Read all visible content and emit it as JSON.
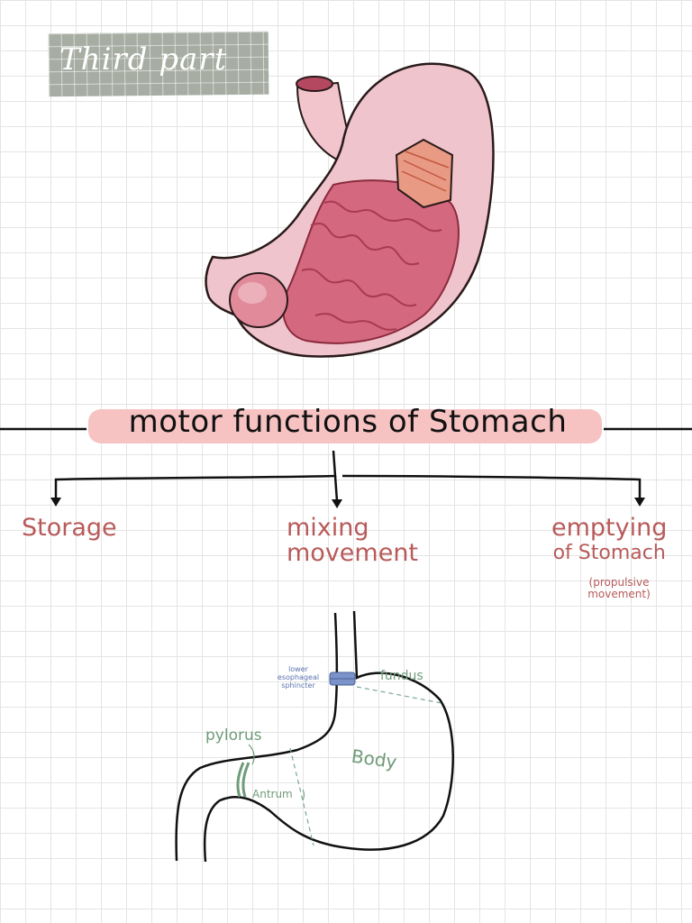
{
  "header": {
    "tape_label": "Third part"
  },
  "title": "motor functions of Stomach",
  "branches": {
    "storage": "Storage",
    "mixing": [
      "mixing",
      "movement"
    ],
    "emptying": [
      "emptying",
      "of Stomach"
    ],
    "emptying_note": [
      "(propulsive",
      "movement)"
    ]
  },
  "diagram_labels": {
    "les": [
      "lower",
      "esophageal",
      "sphincter"
    ],
    "fundus": "fundus",
    "pylorus": "pylorus",
    "body": "Body",
    "antrum": "Antrum"
  },
  "colors": {
    "accent_red": "#b85a5a",
    "highlight": "#f6c2c2",
    "label_green": "#6f9c78",
    "label_blue": "#5b73ad",
    "tape": "#a7ada2"
  }
}
